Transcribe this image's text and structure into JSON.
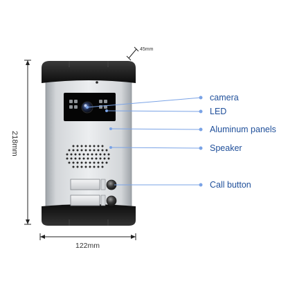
{
  "dimensions": {
    "height": "218mm",
    "width": "122mm",
    "depth": "45mm"
  },
  "callouts": [
    {
      "key": "camera",
      "label": "camera"
    },
    {
      "key": "led",
      "label": "LED"
    },
    {
      "key": "panel",
      "label": "Aluminum panels"
    },
    {
      "key": "speaker",
      "label": "Speaker"
    },
    {
      "key": "call",
      "label": "Call button"
    }
  ],
  "colors": {
    "callout_line": "#7aa3e6",
    "callout_text": "#1f4f9a",
    "panel_silver": "#c9ccd0",
    "cap_black": "#161616"
  }
}
